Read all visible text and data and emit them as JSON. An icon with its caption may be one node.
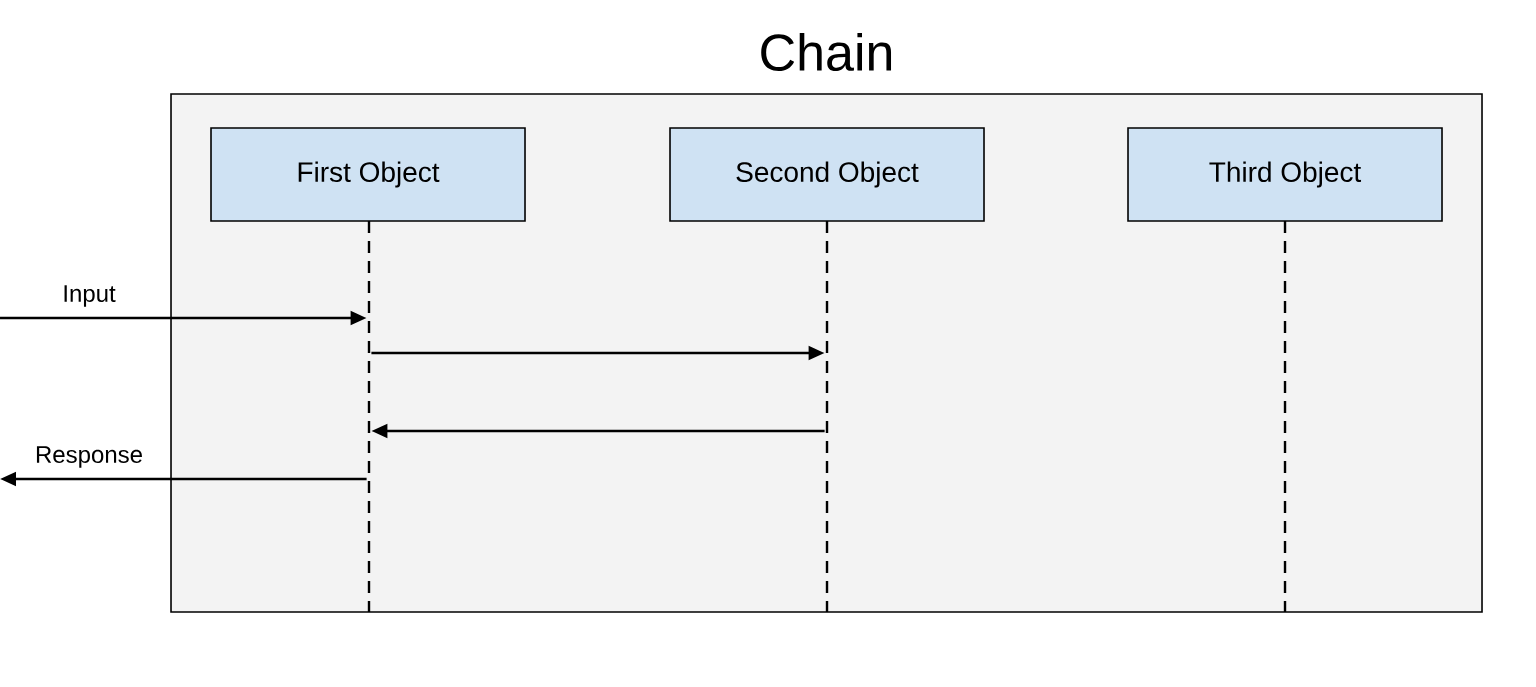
{
  "diagram": {
    "nodes": [
      {
        "text": [
          "Chain"
        ]
      },
      {
        "text": [
          "First Object"
        ],
        "in": 0
      },
      {
        "text": [
          "Second Object"
        ],
        "in": 0
      },
      {
        "text": [
          "Third Object"
        ],
        "in": 0
      },
      {
        "text": [],
        "shape": "bar",
        "in": 0
      },
      {
        "text": [],
        "shape": "bar",
        "in": 0
      },
      {
        "text": [],
        "shape": "bar",
        "in": 0
      }
    ],
    "edges": [
      {
        "from": null,
        "to": 4,
        "arrow": "to",
        "label": "Input"
      },
      {
        "from": 4,
        "to": 5,
        "arrow": "to"
      },
      {
        "from": 5,
        "to": 4,
        "arrow": "to"
      },
      {
        "from": 4,
        "to": null,
        "arrow": "to",
        "label": "Response"
      }
    ]
  }
}
